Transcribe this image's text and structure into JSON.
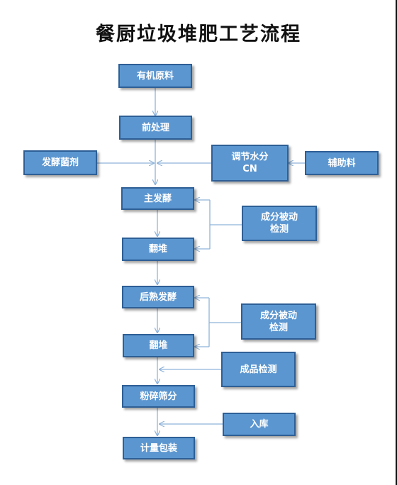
{
  "title": "餐厨垃圾堆肥工艺流程",
  "nodes": {
    "raw": "有机原料",
    "pre": "前处理",
    "inoculant": "发酵菌剂",
    "adjust_line1": "调节水分",
    "adjust_line2": "CN",
    "aux": "辅助料",
    "main_ferment": "主发酵",
    "detect1_line1": "成分被动",
    "detect1_line2": "检测",
    "turn1": "翻堆",
    "post_ferment": "后熟发酵",
    "detect2_line1": "成分被动",
    "detect2_line2": "检测",
    "turn2": "翻堆",
    "product_check": "成品检测",
    "crush": "粉碎筛分",
    "storage": "入库",
    "package": "计量包装"
  }
}
